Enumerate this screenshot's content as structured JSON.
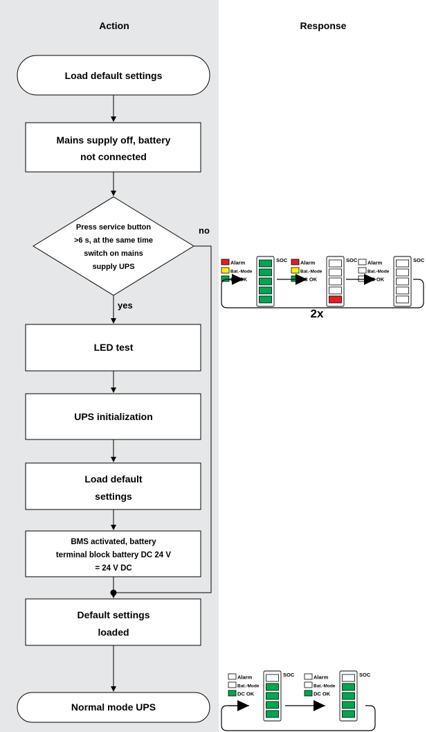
{
  "columns": {
    "action": "Action",
    "response": "Response"
  },
  "steps": {
    "start": "Load default settings",
    "mains_off": [
      "Mains supply off, battery",
      "not connected"
    ],
    "decision": [
      "Press service button",
      ">6 s, at the same time",
      "switch on mains",
      "supply UPS"
    ],
    "yes": "yes",
    "no": "no",
    "led_test": "LED test",
    "ups_init": "UPS initialization",
    "load_default": [
      "Load default",
      "settings"
    ],
    "bms": [
      "BMS activated, battery",
      "terminal block battery DC 24 V",
      "= 24 V DC"
    ],
    "loaded": [
      "Default settings",
      "loaded"
    ],
    "end": "Normal mode UPS"
  },
  "indicator_labels": {
    "alarm": "Alarm",
    "bat_mode": "Bat.-Mode",
    "dc_ok": "DC OK",
    "soc": "SOC"
  },
  "led_sequence_top": {
    "repeat_label": "2x",
    "frames": [
      {
        "alarm": "red",
        "bat_mode": "yellow",
        "dc_ok": "green",
        "soc": [
          "green",
          "green",
          "green",
          "green",
          "green"
        ]
      },
      {
        "alarm": "red",
        "bat_mode": "yellow",
        "dc_ok": "green",
        "soc": [
          "off",
          "off",
          "off",
          "off",
          "red"
        ]
      },
      {
        "alarm": "off",
        "bat_mode": "off",
        "dc_ok": "off",
        "soc": [
          "off",
          "off",
          "off",
          "off",
          "off"
        ]
      }
    ]
  },
  "led_sequence_bottom": {
    "frames": [
      {
        "alarm": "off",
        "bat_mode": "off",
        "dc_ok": "green",
        "soc": [
          "off",
          "green",
          "green",
          "green",
          "green"
        ]
      },
      {
        "alarm": "off",
        "bat_mode": "off",
        "dc_ok": "green",
        "soc": [
          "off",
          "green",
          "green",
          "green",
          "green"
        ]
      }
    ]
  },
  "colors": {
    "panel": "#e6e7e8",
    "red": "#e41e26",
    "yellow": "#fff200",
    "green": "#00a651",
    "off": "#ffffff"
  }
}
